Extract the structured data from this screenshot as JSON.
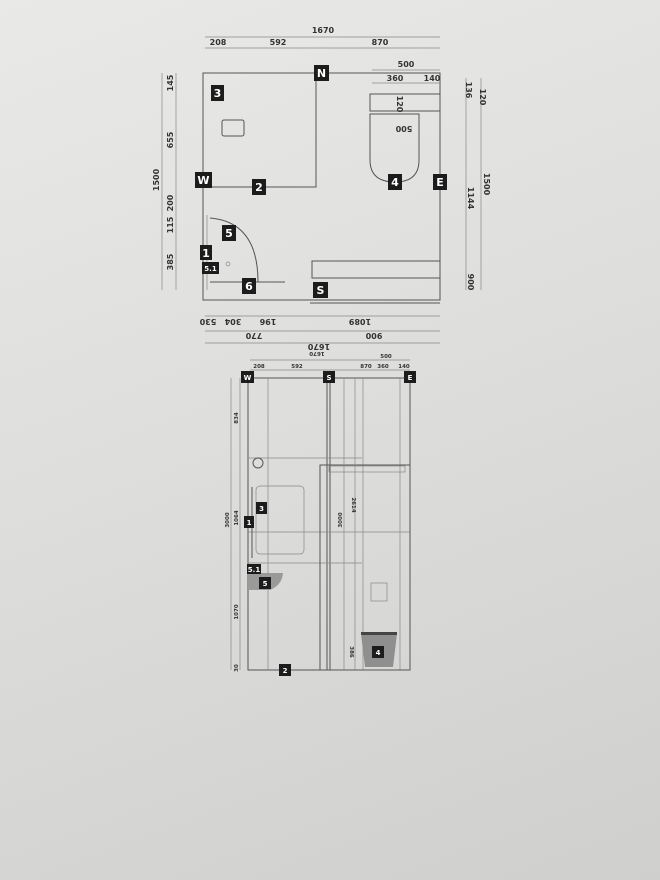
{
  "plan": {
    "top_dims": {
      "total": "1670",
      "a": "208",
      "b": "592",
      "c": "870",
      "d": "500",
      "e": "360",
      "f": "140",
      "g": "120",
      "h": "500"
    },
    "left_dims": [
      "145",
      "655",
      "1500",
      "200",
      "115",
      "385"
    ],
    "right_dims": [
      "136",
      "120",
      "1500",
      "1144",
      "900"
    ],
    "bottom_dims": [
      "530",
      "304",
      "196",
      "1089",
      "770",
      "900",
      "1670"
    ],
    "markers": {
      "n": "N",
      "w": "W",
      "e": "E",
      "s": "S",
      "m1": "1",
      "m2": "2",
      "m3": "3",
      "m4": "4",
      "m5": "5",
      "m51": "5.1",
      "m6": "6"
    }
  },
  "elevation": {
    "top_dims": {
      "total": "1670",
      "a": "208",
      "b": "592",
      "c": "870",
      "d": "360",
      "e": "140",
      "f": "500"
    },
    "left_dims": [
      "834",
      "3000",
      "1064",
      "1070",
      "30"
    ],
    "inner_dims": [
      "3000",
      "2614",
      "386"
    ],
    "markers": {
      "w": "W",
      "s": "S",
      "e": "E",
      "m1": "1",
      "m2": "2",
      "m3": "3",
      "m4": "4",
      "m5": "5",
      "m51": "5.1"
    }
  }
}
